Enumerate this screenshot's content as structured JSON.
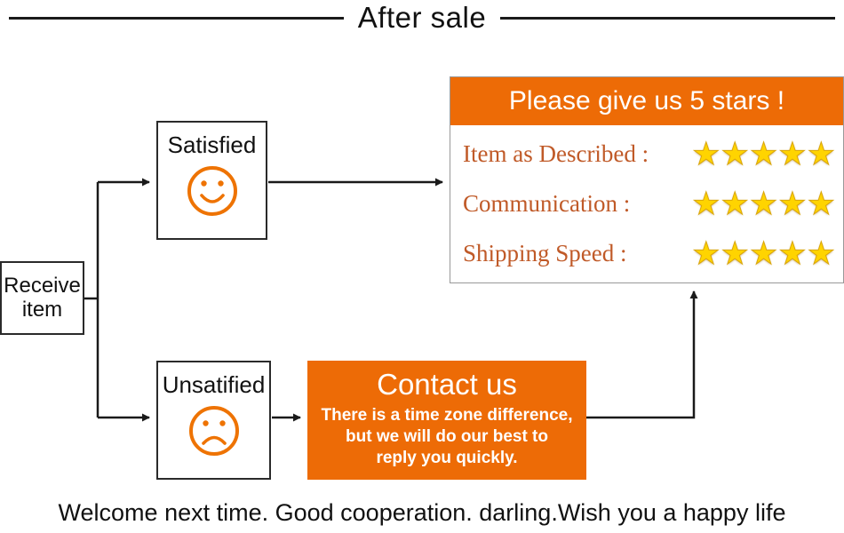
{
  "title": "After sale",
  "flow": {
    "receive": "Receive item",
    "satisfied": "Satisfied",
    "unsatisfied": "Unsatified"
  },
  "stars_panel": {
    "header": "Please give us 5 stars !",
    "rows": [
      {
        "label": "Item as Described :",
        "stars": 5
      },
      {
        "label": "Communication :",
        "stars": 5
      },
      {
        "label": "Shipping Speed :",
        "stars": 5
      }
    ]
  },
  "contact": {
    "title": "Contact us",
    "lines": [
      "There is a time zone difference,",
      "but we will do our best to",
      "reply you quickly."
    ]
  },
  "footer": "Welcome next time. Good cooperation. darling.Wish you a happy life",
  "colors": {
    "accent_orange": "#ED6B06",
    "star_gold": "#FFD400",
    "label_brown": "#C05A28",
    "line_black": "#1a1a1a"
  }
}
